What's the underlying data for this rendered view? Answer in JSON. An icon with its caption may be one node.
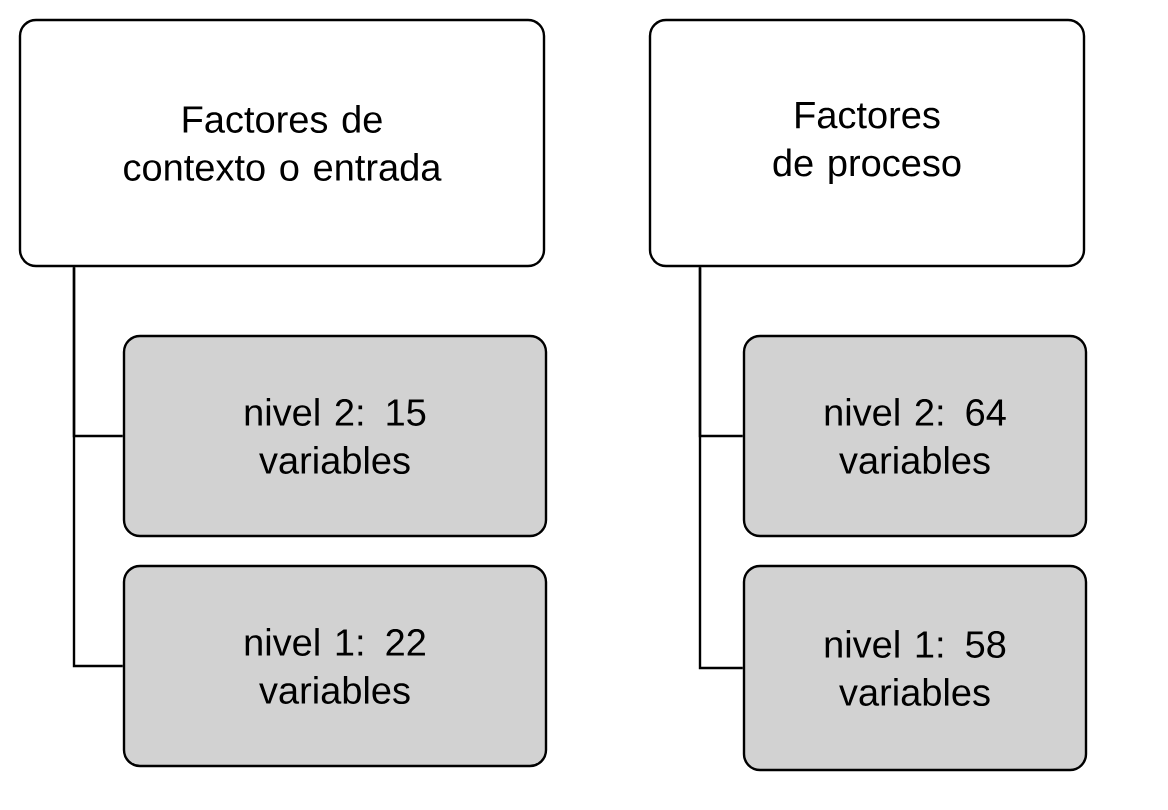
{
  "diagram": {
    "nodes": [
      {
        "text": [
          "Factores de contexto o entrada"
        ]
      },
      {
        "text": [
          "nivel 2:  15 variables"
        ]
      },
      {
        "text": [
          "nivel 1: 22 variables"
        ]
      },
      {
        "text": [
          "Factores de proceso"
        ]
      },
      {
        "text": [
          "nivel 2: 64 variables"
        ]
      },
      {
        "text": [
          "nivel 1: 58 variables"
        ]
      }
    ],
    "edges": [
      {
        "from": 0,
        "to": 1,
        "arrow": "none"
      },
      {
        "from": 0,
        "to": 2,
        "arrow": "none"
      },
      {
        "from": 3,
        "to": 4,
        "arrow": "none"
      },
      {
        "from": 3,
        "to": 5,
        "arrow": "none"
      }
    ]
  }
}
